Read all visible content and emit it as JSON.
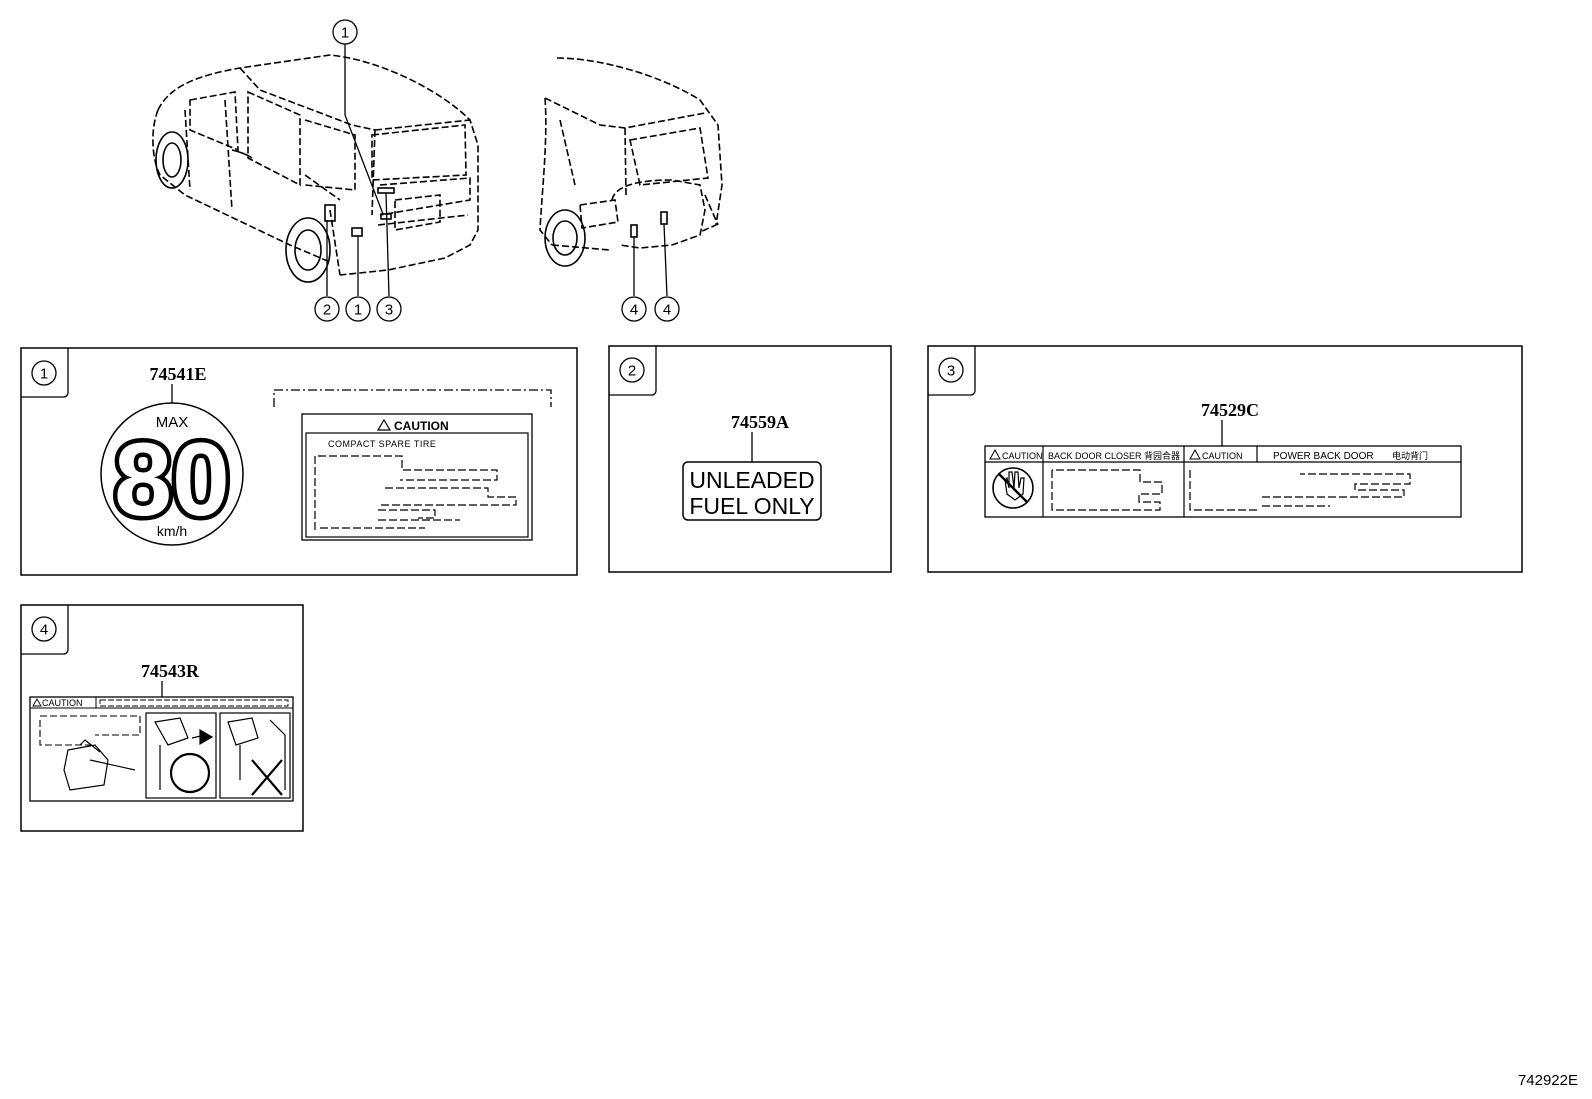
{
  "callouts": [
    "1",
    "2",
    "3",
    "4"
  ],
  "panels": [
    {
      "id": "1",
      "part_number": "74541E",
      "speed_label": {
        "top": "MAX",
        "value": "80",
        "unit": "km/h"
      },
      "caution_label": {
        "title": "CAUTION",
        "subtitle": "COMPACT SPARE TIRE"
      }
    },
    {
      "id": "2",
      "part_number": "74559A",
      "fuel_label": {
        "line1": "UNLEADED",
        "line2": "FUEL ONLY"
      }
    },
    {
      "id": "3",
      "part_number": "74529C",
      "left_caution": "CAUTION",
      "left_title": "BACK DOOR CLOSER 背园合器",
      "right_caution": "CAUTION",
      "right_title": "POWER BACK DOOR",
      "right_title_cn": "电动背门"
    },
    {
      "id": "4",
      "part_number": "74543R",
      "caution": "CAUTION"
    }
  ],
  "diagram_id": "742922E"
}
